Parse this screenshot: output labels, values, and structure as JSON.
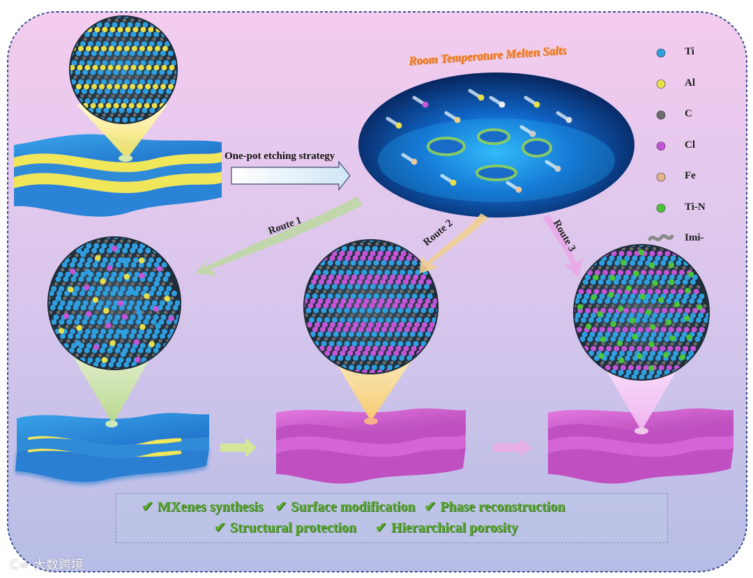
{
  "diagram": {
    "top_title": "Room Temperature Melten Salts",
    "etching_label": "One-pot etching strategy",
    "routes": [
      "Route 1",
      "Route 2",
      "Route 3"
    ],
    "legend": [
      {
        "label": "Ti",
        "color": "#2f9fe0",
        "shape": "sphere"
      },
      {
        "label": "Al",
        "color": "#e8e04a",
        "shape": "sphere"
      },
      {
        "label": "C",
        "color": "#6d6d6d",
        "shape": "sphere"
      },
      {
        "label": "Cl",
        "color": "#c455d8",
        "shape": "sphere"
      },
      {
        "label": "Fe",
        "color": "#e3b48c",
        "shape": "sphere"
      },
      {
        "label": "Ti-N",
        "color": "#4cc43a",
        "shape": "sphere"
      },
      {
        "label": "Imi-",
        "color": "#8a8a8a",
        "shape": "squiggle"
      }
    ],
    "features_row1": [
      "MXenes synthesis",
      "Surface modification",
      "Phase reconstruction"
    ],
    "features_row2": [
      "Structural protection",
      "Hierarchical porosity"
    ],
    "check_glyph": "✔",
    "watermark": "大数跨境"
  }
}
